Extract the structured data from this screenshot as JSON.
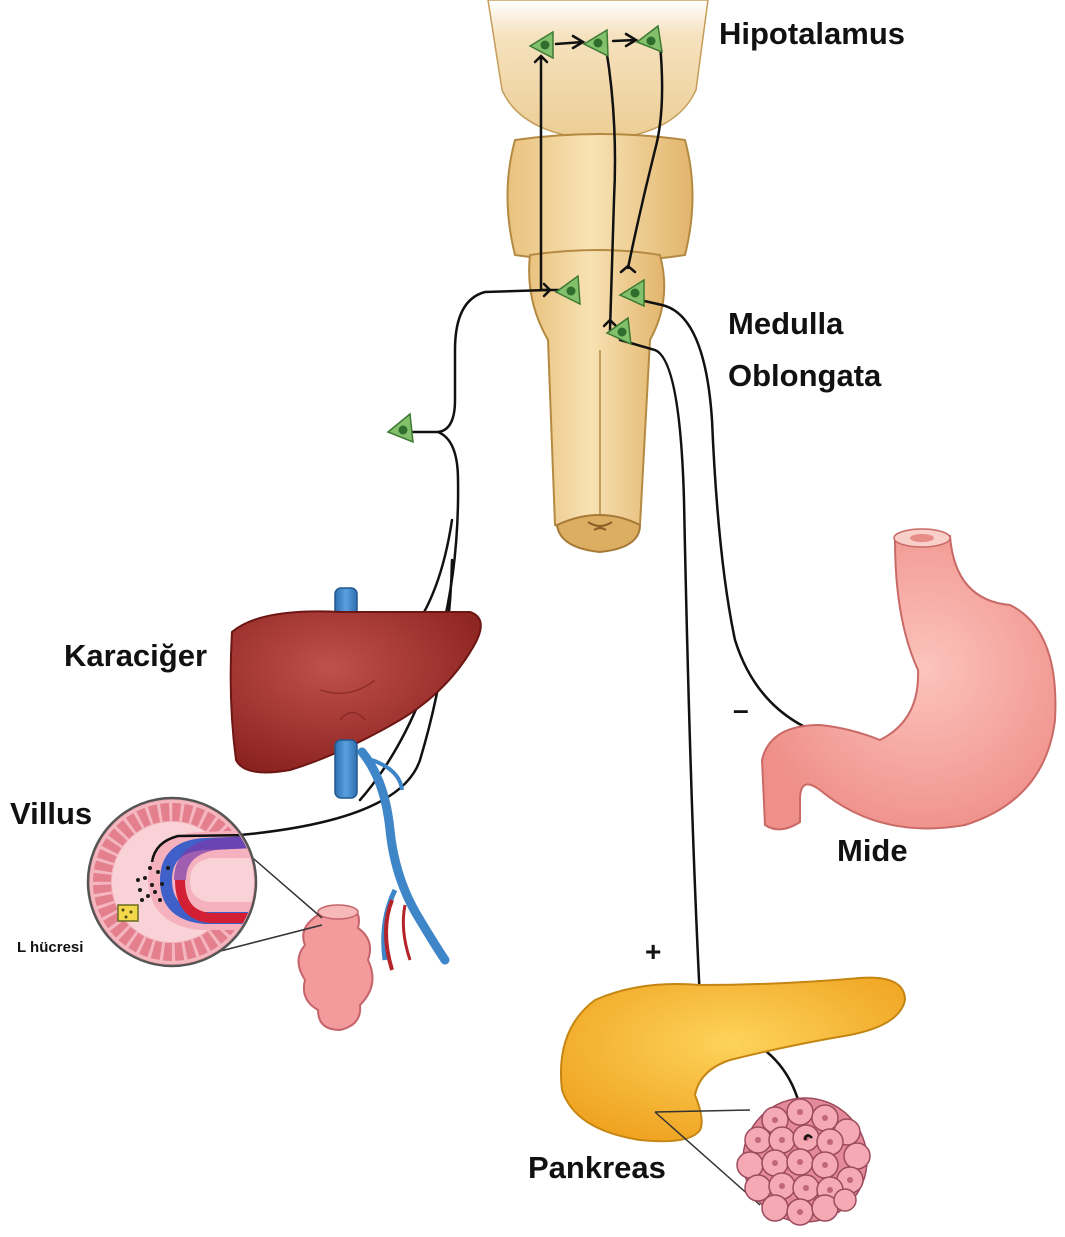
{
  "labels": {
    "hypothalamus": "Hipotalamus",
    "medulla_line1": "Medulla",
    "medulla_line2": "Oblongata",
    "liver": "Karaciğer",
    "villus": "Villus",
    "l_cell": "L hücresi",
    "stomach": "Mide",
    "pancreas": "Pankreas",
    "minus_sign": "–",
    "plus_sign": "+"
  },
  "colors": {
    "brainstem": "#f1d29a",
    "brainstem_outline": "#b48a42",
    "neuron": "#7fbd6a",
    "neuron_nucleus": "#2f6e2c",
    "nerve": "#111111",
    "liver": "#a8332e",
    "vein": "#3f86c9",
    "artery": "#b3242a",
    "stomach": "#f7aaa3",
    "pancreas": "#f6b82d",
    "intestine": "#f39a9c",
    "acinus": "#f4a9b4"
  }
}
